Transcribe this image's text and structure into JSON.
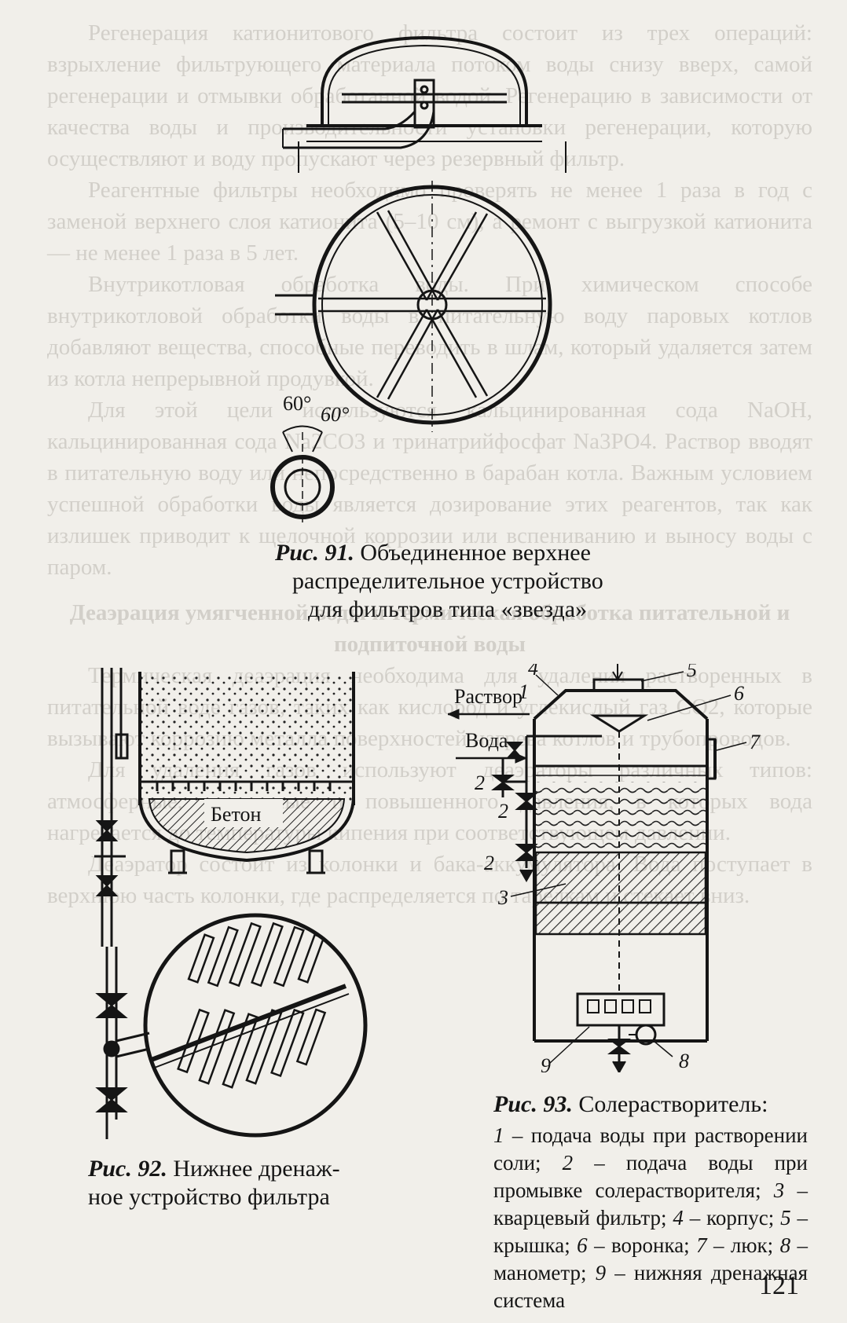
{
  "ghost_text": {
    "paragraphs": [
      "Регенерация катионитового фильтра состоит из трех операций: взрыхление фильтрующего материала потоком воды снизу вверх, самой регенерации и отмывки обработанной водой. Регенерацию в зависимости от качества воды и производительности установки регенерации, которую осуществляют и воду пропускают через резервный фильтр.",
      "Реагентные фильтры необходимо проверять не менее 1 раза в год с заменой верхнего слоя катионита (5–10 см), а ремонт с выгрузкой катионита — не менее 1 раза в 5 лет.",
      "Внутрикотловая обработка воды. При химическом способе внутрикотловой обработки воды в питательную воду паровых котлов добавляют вещества, способные переводить в шлам, который удаляется затем из котла непрерывной продувкой.",
      "Для этой цели используются кальцинированная сода NaOH, кальцинированная сода Na2CO3 и тринатрийфосфат Na3PO4. Раствор вводят в питательную воду или непосредственно в барабан котла. Важным условием успешной обработки воды является дозирование этих реагентов, так как излишек приводит к щелочной коррозии или вспениванию и выносу воды с паром."
    ],
    "heading": "Деаэрация умягченной воды и термическая обработка питательной и подпиточной воды",
    "paragraphs2": [
      "Термическая деаэрация необходима для удаления растворенных в питательной воде газов, таких как кислород и углекислый газ CO2, которые вызывают коррозию металла поверхностей нагрева котлов и трубопроводов.",
      "Для удаления газов используют деаэраторы различных типов: атмосферные, вакуумные и повышенного давления, в которых вода нагревается до температуры кипения при соответствующем давлении.",
      "Деаэратор состоит из колонки и бака-аккумулятора. Вода поступает в верхнюю часть колонки, где распределяется по тарелкам и стекает вниз."
    ]
  },
  "fig91": {
    "angle_label_1": "60°",
    "angle_label_2": "60°",
    "caption_label": "Рис. 91.",
    "caption_line1": "Объединенное верхнее",
    "caption_line2": "распределительное устройство",
    "caption_line3": "для фильтров типа «звезда»"
  },
  "fig92": {
    "concrete_label": "Бетон",
    "caption_label": "Рис. 92.",
    "caption_line1": "Нижнее дренаж-",
    "caption_line2": "ное устройство фильтра"
  },
  "fig93": {
    "solution_label": "Раствор",
    "water_label": "Вода",
    "callouts": [
      "1",
      "2",
      "2",
      "2",
      "3",
      "4",
      "5",
      "6",
      "7",
      "8",
      "9"
    ],
    "caption_label": "Рис. 93.",
    "caption_title": "Солерастворитель:",
    "legend": [
      {
        "num": "1",
        "text": " – подача воды при растворении соли; "
      },
      {
        "num": "2",
        "text": " – подача воды при промывке солерастворителя; "
      },
      {
        "num": "3",
        "text": " – кварцевый фильтр; "
      },
      {
        "num": "4",
        "text": " – корпус; "
      },
      {
        "num": "5",
        "text": " – крышка; "
      },
      {
        "num": "6",
        "text": " – воронка; "
      },
      {
        "num": "7",
        "text": " – люк; "
      },
      {
        "num": "8",
        "text": " – манометр; "
      },
      {
        "num": "9",
        "text": " – нижняя дренажная система"
      }
    ]
  },
  "page_number": "121"
}
